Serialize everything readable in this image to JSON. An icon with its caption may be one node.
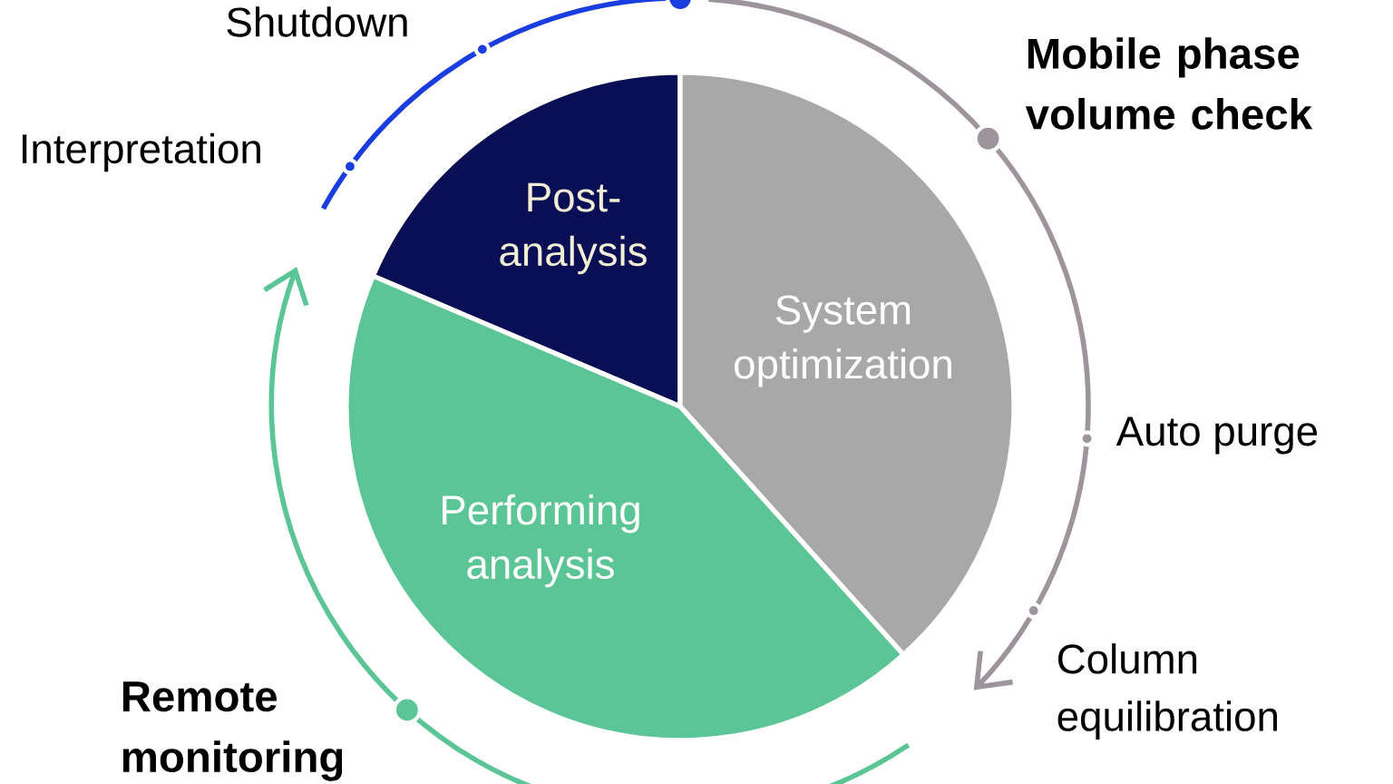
{
  "diagram": {
    "nodes": [
      {
        "text": [
          "Post-analysis"
        ]
      },
      {
        "text": [
          "System optimization"
        ]
      },
      {
        "text": [
          "Performing analysis"
        ]
      }
    ],
    "labels": [
      "Shutdown",
      "Interpretation",
      "Mobile phase volume check",
      "Auto purge",
      "Column equilibration",
      "Remote monitoring"
    ]
  }
}
